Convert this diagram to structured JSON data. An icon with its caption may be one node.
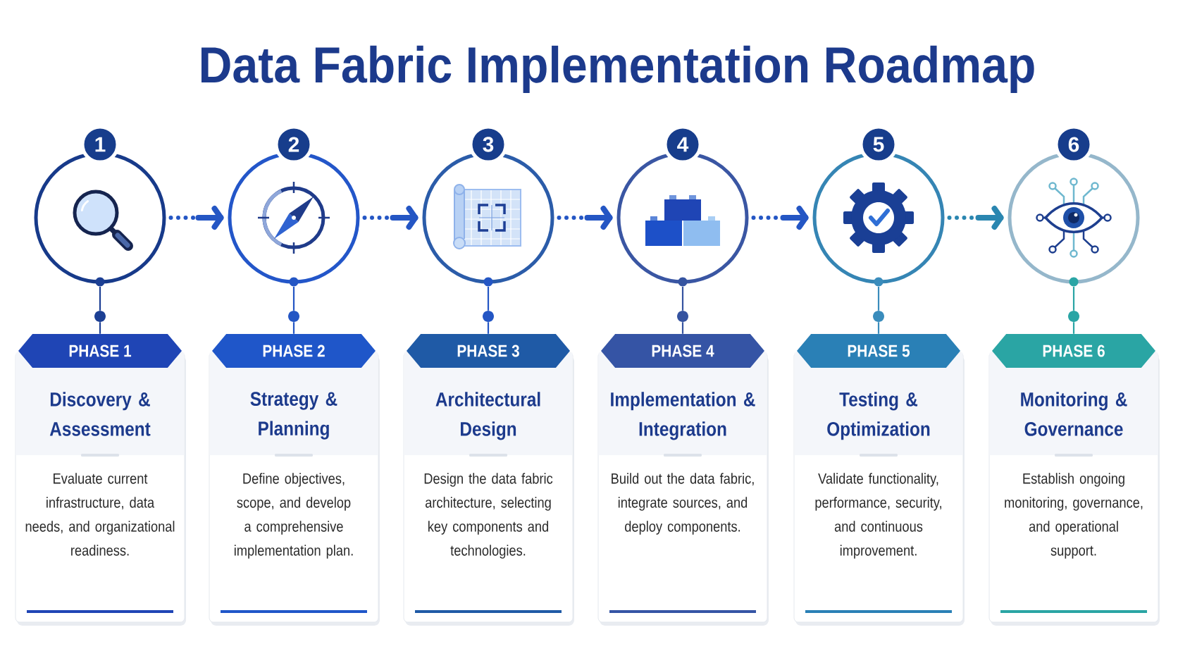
{
  "diagram": {
    "title": "Data Fabric Implementation Roadmap",
    "nodes": [
      {
        "text": [
          "1"
        ]
      },
      {
        "text": [],
        "shape": "circle"
      },
      {
        "text": [],
        "shape": "circle"
      },
      {
        "text": [
          "PHASE 1"
        ]
      },
      {
        "text": [
          "Discovery & Assessment",
          "Evaluate current infrastructure, data needs, and organizational readiness."
        ]
      },
      {
        "text": [
          "2"
        ]
      },
      {
        "text": [],
        "shape": "circle"
      },
      {
        "text": [],
        "shape": "circle"
      },
      {
        "text": [
          "PHASE 2"
        ]
      },
      {
        "text": [
          "Strategy & Planning",
          "Define objectives, scope, and develop a comprehensive implementation plan."
        ]
      },
      {
        "text": [
          "3"
        ]
      },
      {
        "text": [],
        "shape": "circle"
      },
      {
        "text": [],
        "shape": "circle"
      },
      {
        "text": [
          "PHASE 3"
        ]
      },
      {
        "text": [
          "Architectural Design",
          "Design the data fabric architecture, selecting key components and technologies."
        ]
      },
      {
        "text": [
          "4"
        ]
      },
      {
        "text": [],
        "shape": "circle"
      },
      {
        "text": [],
        "shape": "circle"
      },
      {
        "text": [
          "PHASE 4"
        ]
      },
      {
        "text": [
          "Implementation & Integration",
          "Build out the data fabric, integrate sources, and deploy components."
        ]
      },
      {
        "text": [
          "5"
        ]
      },
      {
        "text": [],
        "shape": "circle"
      },
      {
        "text": [],
        "shape": "circle"
      },
      {
        "text": [
          "PHASE 5"
        ]
      },
      {
        "text": [
          "Testing & Optimization",
          "Validate functionality, performance, security, and continuous improvement."
        ]
      },
      {
        "text": [
          "6"
        ]
      },
      {
        "text": [],
        "shape": "circle"
      },
      {
        "text": [],
        "shape": "circle"
      },
      {
        "text": [
          "PHASE 6"
        ]
      },
      {
        "text": [
          "Monitoring & Governance",
          "Establish ongoing monitoring, governance, and operational support."
        ]
      }
    ],
    "edges": [
      {
        "from": 1,
        "to": 6,
        "arrow": "to",
        "style": "dashed"
      },
      {
        "from": 6,
        "to": 11,
        "arrow": "to",
        "style": "dashed"
      },
      {
        "from": 11,
        "to": 16,
        "arrow": "to",
        "style": "dashed"
      },
      {
        "from": 16,
        "to": 21,
        "arrow": "to",
        "style": "dashed"
      },
      {
        "from": 21,
        "to": 26,
        "arrow": "to",
        "style": "dashed",
        "color": "#2a86b0"
      },
      {
        "from": 1,
        "to": 2,
        "arrow": "none",
        "color": "#1c3f94"
      },
      {
        "from": 2,
        "to": 3,
        "arrow": "none",
        "color": "#1c3f94"
      },
      {
        "from": 6,
        "to": 7,
        "arrow": "none"
      },
      {
        "from": 7,
        "to": 8,
        "arrow": "none"
      },
      {
        "from": 11,
        "to": 12,
        "arrow": "none"
      },
      {
        "from": 12,
        "to": 13,
        "arrow": "none"
      },
      {
        "from": 16,
        "to": 17,
        "arrow": "none",
        "color": "#3553a0"
      },
      {
        "from": 17,
        "to": 18,
        "arrow": "none",
        "color": "#3553a0"
      },
      {
        "from": 21,
        "to": 22,
        "arrow": "none",
        "color": "#3a8cbc"
      },
      {
        "from": 22,
        "to": 23,
        "arrow": "none",
        "color": "#3a8cbc"
      },
      {
        "from": 26,
        "to": 27,
        "arrow": "none",
        "color": "#2aa5a5"
      },
      {
        "from": 27,
        "to": 28,
        "arrow": "none",
        "color": "#2aa5a5"
      }
    ]
  }
}
